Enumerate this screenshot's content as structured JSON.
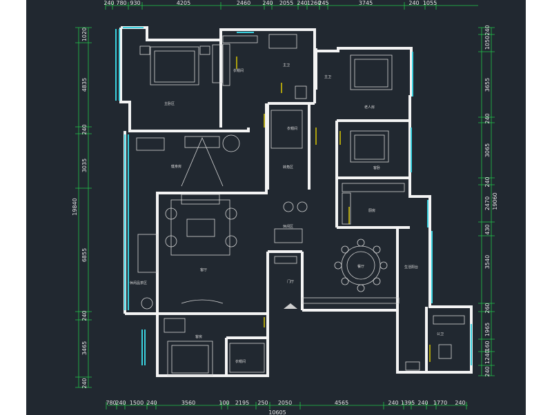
{
  "top_dims": [
    "240",
    "780",
    "930",
    "4205",
    "2460",
    "240",
    "2055",
    "240",
    "1260",
    "245",
    "3745",
    "240",
    "1055"
  ],
  "bottom_dims": [
    "780",
    "240",
    "1500",
    "240",
    "3560",
    "100",
    "2195",
    "250",
    "2050",
    "4565",
    "240",
    "1395",
    "240",
    "1770",
    "240"
  ],
  "bottom_total": "10605",
  "left_dims": [
    "1020",
    "4835",
    "240",
    "3035",
    "6855",
    "240",
    "3465",
    "240"
  ],
  "left_total": "19840",
  "right_dims": [
    "240",
    "1050",
    "3655",
    "240",
    "3065",
    "240",
    "2470",
    "430",
    "3540",
    "260",
    "1965",
    "160",
    "1240",
    "240"
  ],
  "right_total": "19060",
  "rooms": {
    "master_bedroom": "主卧区",
    "master_closet": "衣帽间",
    "master_bath": "主卫",
    "elder_bath": "主卫",
    "elder_bedroom": "老人房",
    "closet2": "衣帽间",
    "gym": "健身房",
    "transit": "转角区",
    "guest_room": "客卧",
    "kitchen": "厨房",
    "living_room": "客厅",
    "leisure": "休闲区",
    "dining": "餐厅",
    "foyer": "门厅",
    "tea_area": "休闲品茶区",
    "balcony": "生活阳台",
    "bedroom3": "客房",
    "closet3": "衣帽间",
    "public_bath": "公卫"
  },
  "colors": {
    "background": "#212830",
    "walls": "#f4f4f4",
    "windows": "#3ad2e0",
    "dimension_lines": "#22c94a",
    "doors": "#e9d400"
  }
}
